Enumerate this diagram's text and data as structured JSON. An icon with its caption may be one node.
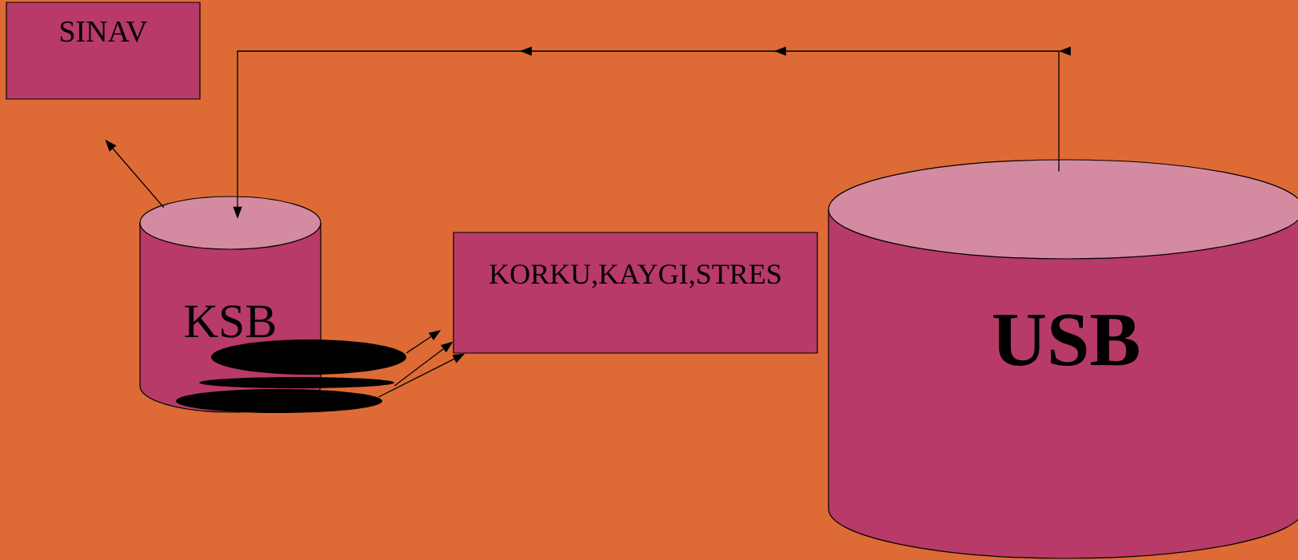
{
  "diagram": {
    "nodes": [
      {
        "text": [
          "SINAV"
        ]
      },
      {
        "text": [
          "KSB"
        ]
      },
      {
        "text": [
          "KORKU,KAYGI,STRES"
        ]
      },
      {
        "text": [
          "USB"
        ]
      },
      {
        "text": [],
        "shape": "ellipse"
      },
      {
        "text": [],
        "shape": "ellipse"
      },
      {
        "text": [],
        "shape": "ellipse"
      }
    ],
    "edges": [
      {
        "from": 1,
        "to": 0,
        "arrow": "to"
      },
      {
        "from": 3,
        "to": 1,
        "arrow": "to"
      },
      {
        "from": 4,
        "to": 2,
        "arrow": "to"
      },
      {
        "from": 5,
        "to": 2,
        "arrow": "to"
      },
      {
        "from": 6,
        "to": 2,
        "arrow": "to"
      }
    ]
  }
}
